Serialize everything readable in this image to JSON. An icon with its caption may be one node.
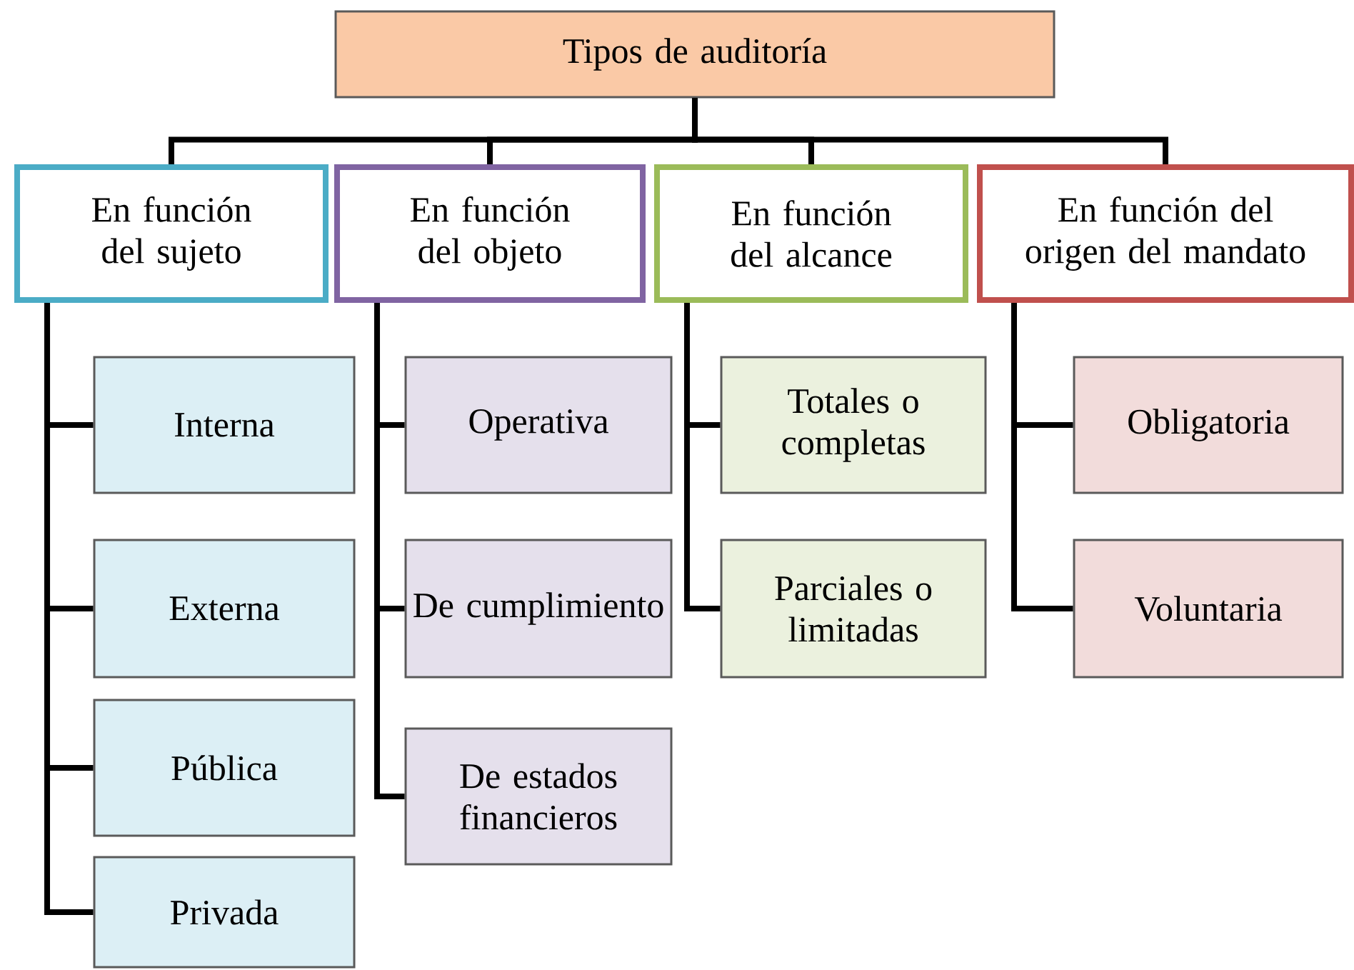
{
  "diagram": {
    "nodes": [
      {
        "text": [
          "Tipos de auditoría"
        ]
      },
      {
        "text": [
          "En función del sujeto"
        ]
      },
      {
        "text": [
          "En función del objeto"
        ]
      },
      {
        "text": [
          "En función del alcance"
        ]
      },
      {
        "text": [
          "En función del origen del mandato"
        ]
      },
      {
        "text": [
          "Interna"
        ]
      },
      {
        "text": [
          "Externa"
        ]
      },
      {
        "text": [
          "Pública"
        ]
      },
      {
        "text": [
          "Privada"
        ]
      },
      {
        "text": [
          "Operativa"
        ]
      },
      {
        "text": [
          "De cumplimiento"
        ]
      },
      {
        "text": [
          "De estados financieros"
        ]
      },
      {
        "text": [
          "Totales o completas"
        ]
      },
      {
        "text": [
          "Parciales o limitadas"
        ]
      },
      {
        "text": [
          "Obligatoria"
        ]
      },
      {
        "text": [
          "Voluntaria"
        ]
      }
    ],
    "edges": [
      {
        "from": 0,
        "to": 1,
        "arrow": "none"
      },
      {
        "from": 0,
        "to": 2,
        "arrow": "none"
      },
      {
        "from": 0,
        "to": 3,
        "arrow": "none"
      },
      {
        "from": 0,
        "to": 4,
        "arrow": "none"
      },
      {
        "from": 1,
        "to": 5,
        "arrow": "none"
      },
      {
        "from": 1,
        "to": 6,
        "arrow": "none"
      },
      {
        "from": 1,
        "to": 7,
        "arrow": "none"
      },
      {
        "from": 1,
        "to": 8,
        "arrow": "none"
      },
      {
        "from": 2,
        "to": 9,
        "arrow": "none"
      },
      {
        "from": 2,
        "to": 10,
        "arrow": "none"
      },
      {
        "from": 2,
        "to": 11,
        "arrow": "none"
      },
      {
        "from": 3,
        "to": 12,
        "arrow": "none"
      },
      {
        "from": 3,
        "to": 13,
        "arrow": "none"
      },
      {
        "from": 4,
        "to": 14,
        "arrow": "none"
      },
      {
        "from": 4,
        "to": 15,
        "arrow": "none"
      }
    ]
  }
}
